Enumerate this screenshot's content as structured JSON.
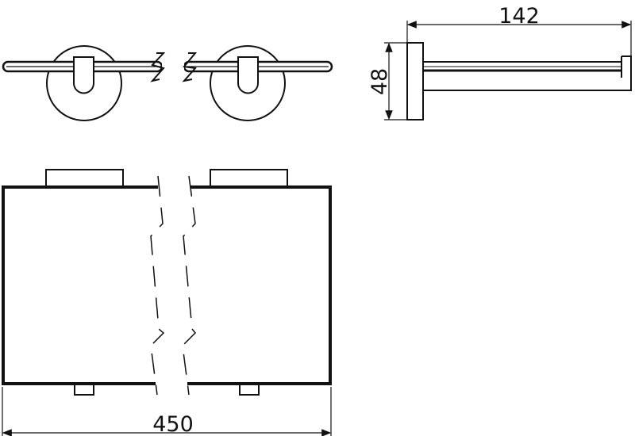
{
  "dimensions": {
    "width_total": "450",
    "depth": "142",
    "height": "48"
  },
  "colors": {
    "line": "#111111",
    "background": "#ffffff"
  }
}
